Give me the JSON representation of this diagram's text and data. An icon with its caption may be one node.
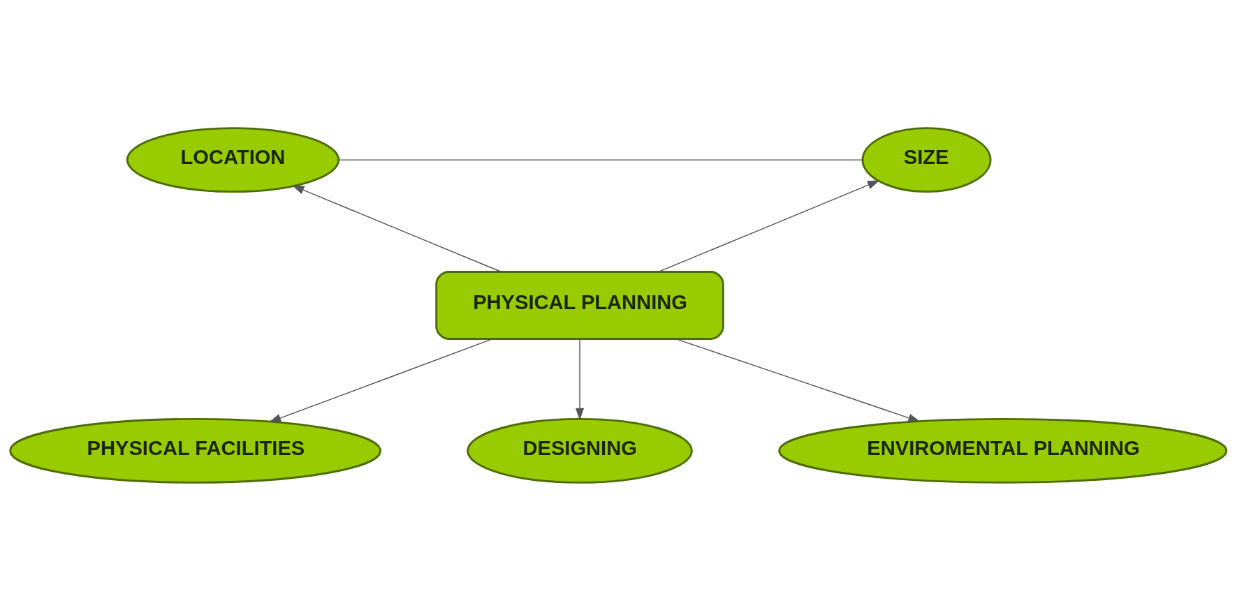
{
  "diagram": {
    "nodes": [
      {
        "text": [
          "PHYSICAL PLANNING"
        ]
      },
      {
        "text": [
          "LOCATION"
        ]
      },
      {
        "text": [
          "SIZE"
        ]
      },
      {
        "text": [
          "PHYSICAL FACILITIES"
        ]
      },
      {
        "text": [
          "DESIGNING"
        ]
      },
      {
        "text": [
          "ENVIROMENTAL PLANNING"
        ]
      }
    ],
    "edges": [
      {
        "from": 1,
        "to": 2,
        "arrow": "none"
      },
      {
        "from": 0,
        "to": 1,
        "arrow": "to"
      },
      {
        "from": 0,
        "to": 2,
        "arrow": "to"
      },
      {
        "from": 0,
        "to": 3,
        "arrow": "to"
      },
      {
        "from": 0,
        "to": 4,
        "arrow": "to"
      },
      {
        "from": 0,
        "to": 5,
        "arrow": "to"
      }
    ]
  }
}
